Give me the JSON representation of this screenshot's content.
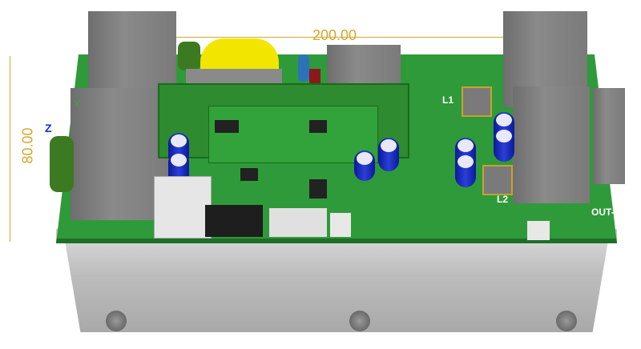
{
  "dimensions": {
    "width_label": "200.00",
    "height_label": "80.00"
  },
  "axes": {
    "z": "Z",
    "y": "Y"
  },
  "silkscreen": {
    "l1": "L1",
    "l2": "L2",
    "out_minus": "OUT-"
  },
  "colors": {
    "pcb": "#2f9a3a",
    "dimension": "#d4a82a",
    "heatsink": "#bdbdbd",
    "capacitor": "#1a2bc0",
    "transformer": "#f2e600"
  }
}
